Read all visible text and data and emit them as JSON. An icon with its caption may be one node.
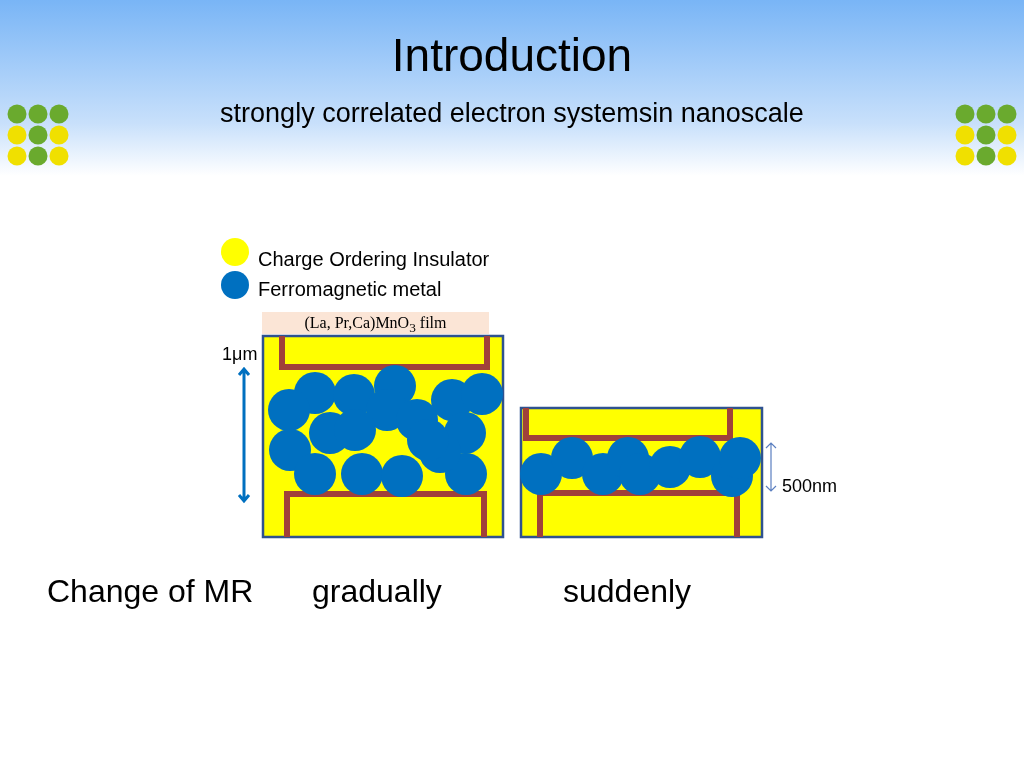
{
  "diagram": {
    "title": "Introduction",
    "labels": [
      "strongly correlated  electron systemsin nanoscale",
      "(La, Pr,Ca)MnO$_{3}$ film",
      "1μm",
      "500nm",
      "Change of MR",
      "gradually",
      "suddenly"
    ],
    "legend": [
      {
        "text": "Charge Ordering Insulator",
        "color": "#ffff00"
      },
      {
        "text": "Ferromagnetic metal",
        "color": "#0070c0"
      }
    ]
  }
}
